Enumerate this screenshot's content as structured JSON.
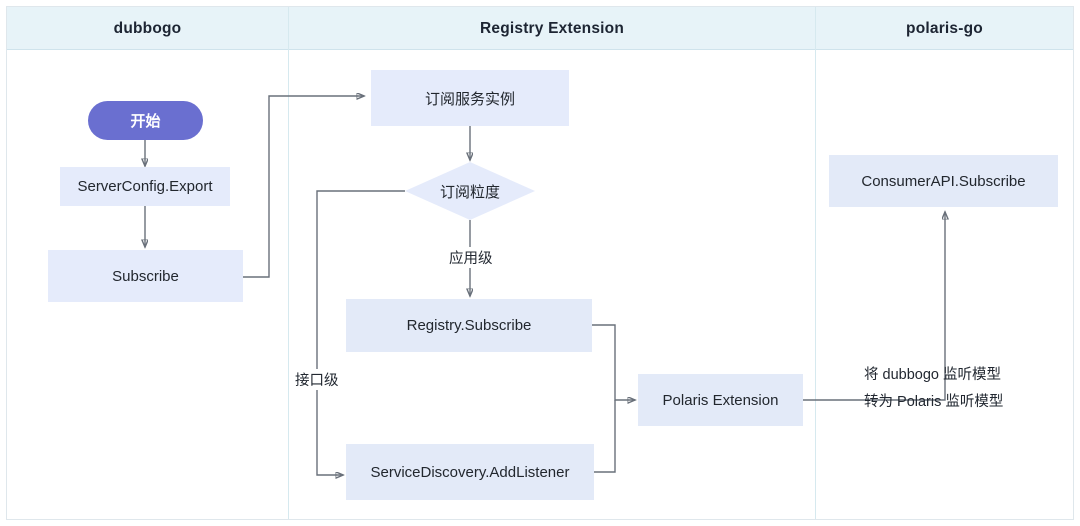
{
  "diagram": {
    "columns": [
      {
        "id": "dubbogo",
        "title": "dubbogo"
      },
      {
        "id": "registry-extension",
        "title": "Registry Extension"
      },
      {
        "id": "polaris-go",
        "title": "polaris-go"
      }
    ],
    "nodes": {
      "start": {
        "label": "开始",
        "shape": "pill",
        "color": "#6a6fd0",
        "text_color": "#ffffff"
      },
      "server_config_export": {
        "label": "ServerConfig.Export",
        "shape": "rect",
        "color": "#e5ebfb"
      },
      "subscribe": {
        "label": "Subscribe",
        "shape": "rect",
        "color": "#e5ebfb"
      },
      "subscribe_service_instance": {
        "label": "订阅服务实例",
        "shape": "rect",
        "color": "#e5ebfb"
      },
      "subscribe_granularity": {
        "label": "订阅粒度",
        "shape": "diamond",
        "color": "#e5ebfb"
      },
      "registry_subscribe": {
        "label": "Registry.Subscribe",
        "shape": "rect",
        "color": "#e3eaf8"
      },
      "service_discovery_add_listener": {
        "label": "ServiceDiscovery.AddListener",
        "shape": "rect",
        "color": "#e3eaf8"
      },
      "polaris_extension": {
        "label": "Polaris Extension",
        "shape": "rect",
        "color": "#e3eaf8"
      },
      "consumer_api_subscribe": {
        "label": "ConsumerAPI.Subscribe",
        "shape": "rect",
        "color": "#e3eaf8"
      }
    },
    "edge_labels": {
      "application_level": "应用级",
      "interface_level": "接口级",
      "convert_line1": "将 dubbogo 监听模型",
      "convert_line2": "转为 Polaris 监听模型"
    },
    "colors": {
      "header_band": "#e7f3f8",
      "divider": "#d6e9ef",
      "node_fill": "#e5ebfb",
      "start_fill": "#6a6fd0",
      "edge_stroke": "#69707a",
      "text": "#22272e"
    }
  }
}
